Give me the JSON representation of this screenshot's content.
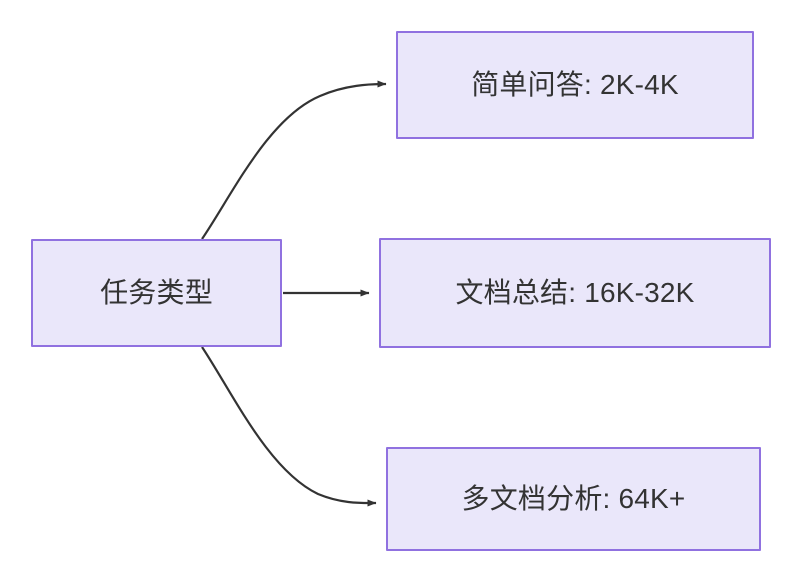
{
  "diagram": {
    "type": "flowchart",
    "direction": "left-to-right",
    "background_color": "#ffffff",
    "node_fill_color": "#eae7fa",
    "node_border_color": "#9071e0",
    "node_text_color": "#333333",
    "edge_color": "#333333",
    "nodes": [
      {
        "id": "root",
        "label": "任务类型",
        "role": "source"
      },
      {
        "id": "simple-qa",
        "label": "简单问答: 2K-4K",
        "role": "target"
      },
      {
        "id": "doc-summary",
        "label": "文档总结: 16K-32K",
        "role": "target"
      },
      {
        "id": "multi-doc",
        "label": "多文档分析: 64K+",
        "role": "target"
      }
    ],
    "edges": [
      {
        "id": "edge-root-to-simple-qa",
        "from": "root",
        "to": "simple-qa",
        "label": "",
        "style": "curved-arrow"
      },
      {
        "id": "edge-root-to-doc-summary",
        "from": "root",
        "to": "doc-summary",
        "label": "",
        "style": "straight-arrow"
      },
      {
        "id": "edge-root-to-multi-doc",
        "from": "root",
        "to": "multi-doc",
        "label": "",
        "style": "curved-arrow"
      }
    ]
  }
}
